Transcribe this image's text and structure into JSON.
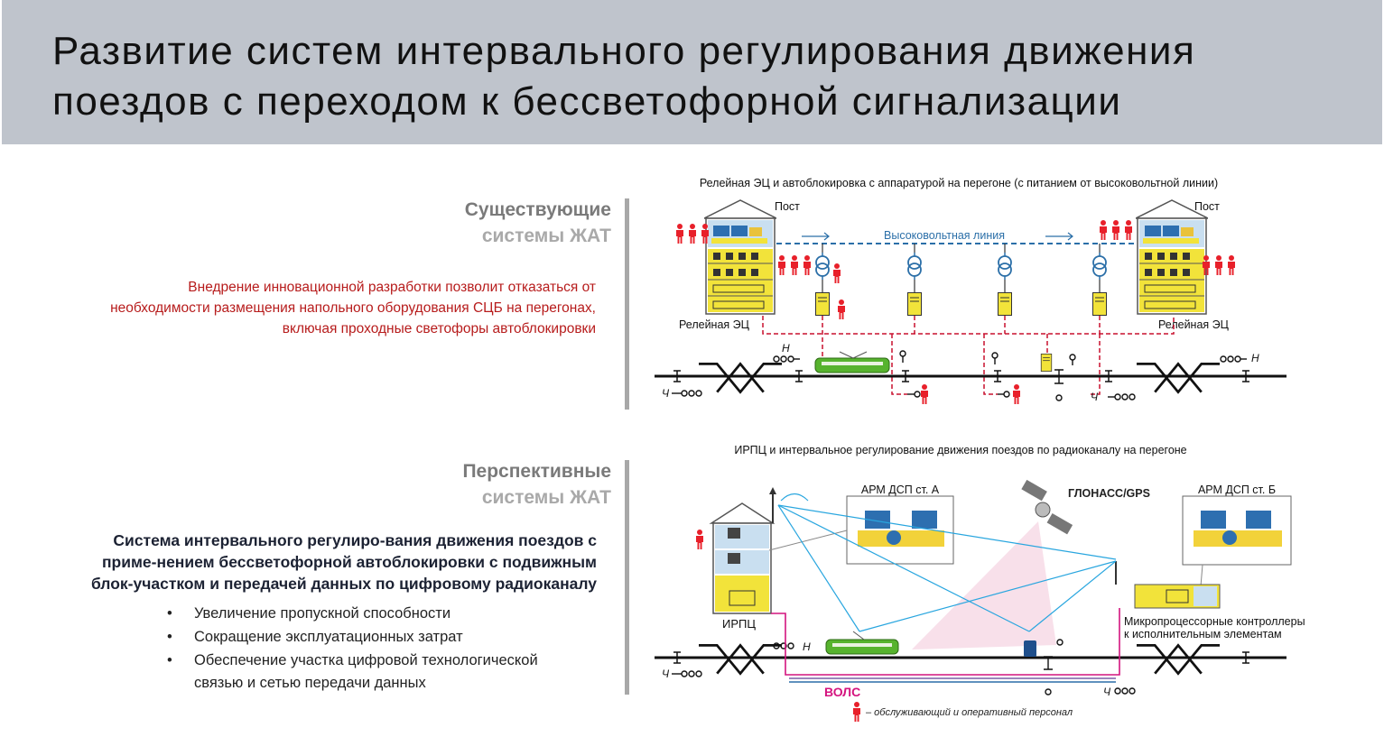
{
  "title": {
    "line1": "Развитие систем интервального регулирования движения",
    "line2": "поездов с переходом к бессветофорной сигнализации"
  },
  "existing": {
    "heading_line1": "Существующие",
    "heading_line2": "системы ЖАТ",
    "text_lines": [
      "Внедрение инновационной разработки позволит отказаться от",
      "необходимости размещения напольного оборудования СЦБ на перегонах,",
      "включая проходные светофоры автоблокировки"
    ],
    "diagram": {
      "caption": "Релейная ЭЦ и автоблокировка с аппаратурой на перегоне (с питанием от высоковольтной линии)",
      "post_left": "Пост",
      "post_right": "Пост",
      "hv_line": "Высоковольтная линия",
      "relay_left": "Релейная ЭЦ",
      "relay_right": "Релейная ЭЦ",
      "n_left": "Н",
      "n_right": "Н",
      "ch_left": "Ч",
      "ch_right": "Ч"
    }
  },
  "perspective": {
    "heading_line1": "Перспективные",
    "heading_line2": "системы ЖАТ",
    "text_lines": [
      "Система интервального регулиро-вания движения поездов с",
      "приме-нением бессветофорной автоблокировки с подвижным",
      "блок-участком и  передачей данных по цифровому радиоканалу"
    ],
    "bullets": [
      "Увеличение пропускной способности",
      "Сокращение эксплуатационных затрат",
      "Обеспечение участка цифровой технологической",
      "связью и сетью передачи данных"
    ],
    "diagram": {
      "caption": "ИРПЦ и интервальное регулирование движения поездов по радиоканалу на перегоне",
      "arm_a": "АРМ ДСП ст. А",
      "arm_b": "АРМ ДСП ст. Б",
      "glonass": "ГЛОНАСС/GPS",
      "irpc": "ИРПЦ",
      "mpc_line1": "Микропроцессорные контроллеры",
      "mpc_line2": "к исполнительным элементам",
      "vols": "ВОЛС",
      "legend": "– обслуживающий и оперативный персонал",
      "n_left": "Н",
      "ch_left": "Ч",
      "ch_right": "Ч"
    }
  },
  "colors": {
    "header_bg": "#bfc4cc",
    "accent_red": "#b71c1c",
    "person_red": "#e8202a",
    "building_yellow": "#f2e33a",
    "radio_blue": "#29a6df",
    "fiber_magenta": "#d4147f",
    "train_green": "#57b32e"
  }
}
